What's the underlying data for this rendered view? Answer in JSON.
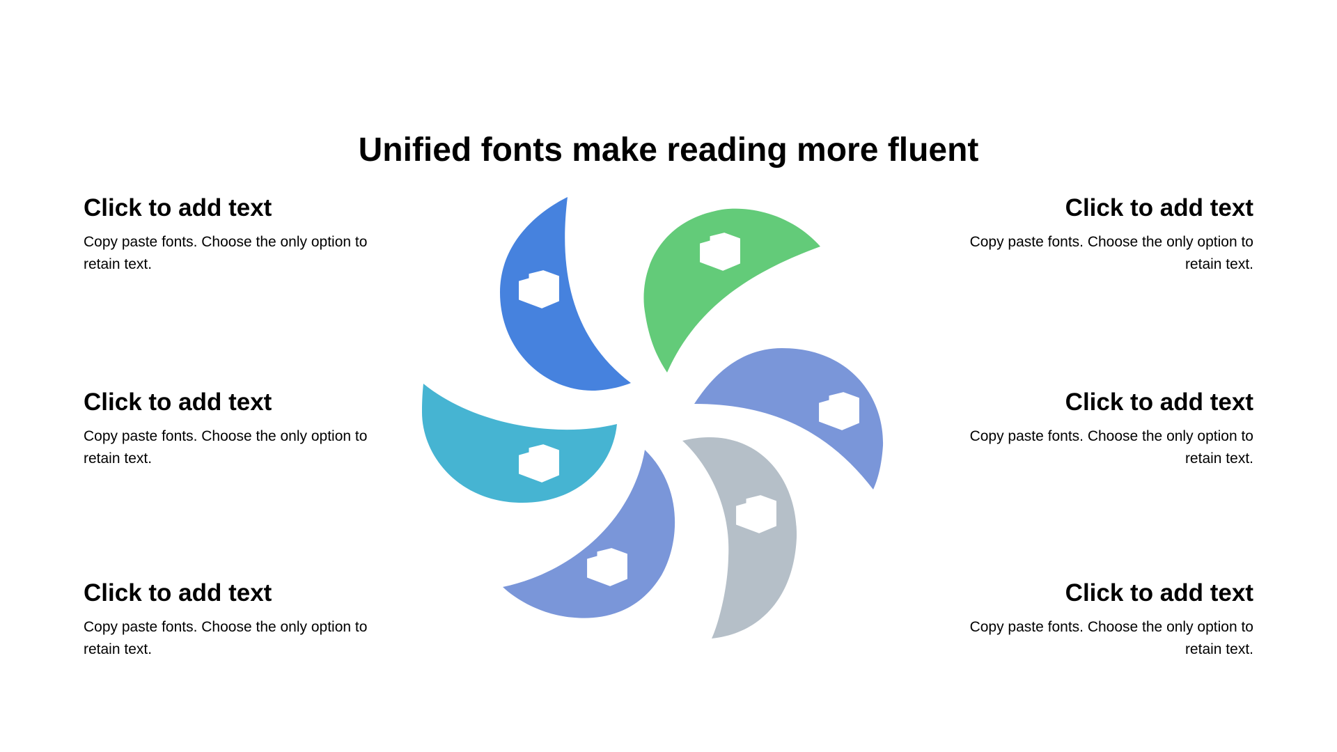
{
  "title": "Unified fonts make reading more fluent",
  "blocks": [
    {
      "heading": "Click to add text",
      "body": "Copy paste fonts. Choose the only option to retain text."
    },
    {
      "heading": "Click to add text",
      "body": "Copy paste fonts. Choose the only option to retain text."
    },
    {
      "heading": "Click to add text",
      "body": "Copy paste fonts. Choose the only option to retain text."
    },
    {
      "heading": "Click to add text",
      "body": "Copy paste fonts. Choose the only option to retain text."
    },
    {
      "heading": "Click to add text",
      "body": "Copy paste fonts. Choose the only option to retain text."
    },
    {
      "heading": "Click to add text",
      "body": "Copy paste fonts. Choose the only option to retain text."
    }
  ],
  "petals": [
    {
      "color": "#4682DE",
      "icon": "building-icon"
    },
    {
      "color": "#63CB79",
      "icon": "building-icon"
    },
    {
      "color": "#7A96D9",
      "icon": "building-icon"
    },
    {
      "color": "#B5BFC8",
      "icon": "building-icon"
    },
    {
      "color": "#7A96D9",
      "icon": "building-icon"
    },
    {
      "color": "#46B4D2",
      "icon": "building-icon"
    }
  ],
  "colors": {
    "background": "#FFFFFF",
    "text": "#000000",
    "icon": "#FFFFFF"
  }
}
